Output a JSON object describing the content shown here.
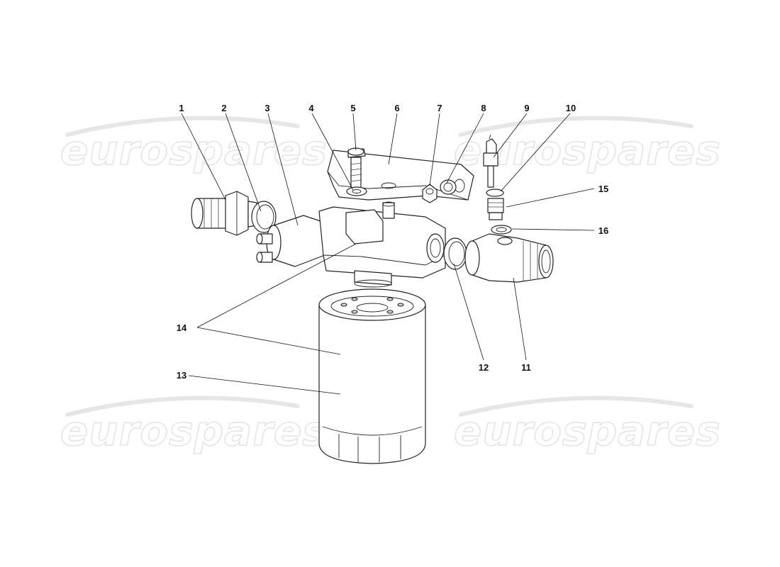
{
  "watermark": {
    "text": "eurospares"
  },
  "callouts": [
    {
      "id": "1",
      "label": "1"
    },
    {
      "id": "2",
      "label": "2"
    },
    {
      "id": "3",
      "label": "3"
    },
    {
      "id": "4",
      "label": "4"
    },
    {
      "id": "5",
      "label": "5"
    },
    {
      "id": "6",
      "label": "6"
    },
    {
      "id": "7",
      "label": "7"
    },
    {
      "id": "8",
      "label": "8"
    },
    {
      "id": "9",
      "label": "9"
    },
    {
      "id": "10",
      "label": "10"
    },
    {
      "id": "15",
      "label": "15"
    },
    {
      "id": "16",
      "label": "16"
    },
    {
      "id": "14",
      "label": "14"
    },
    {
      "id": "13",
      "label": "13"
    },
    {
      "id": "12",
      "label": "12"
    },
    {
      "id": "11",
      "label": "11"
    }
  ]
}
